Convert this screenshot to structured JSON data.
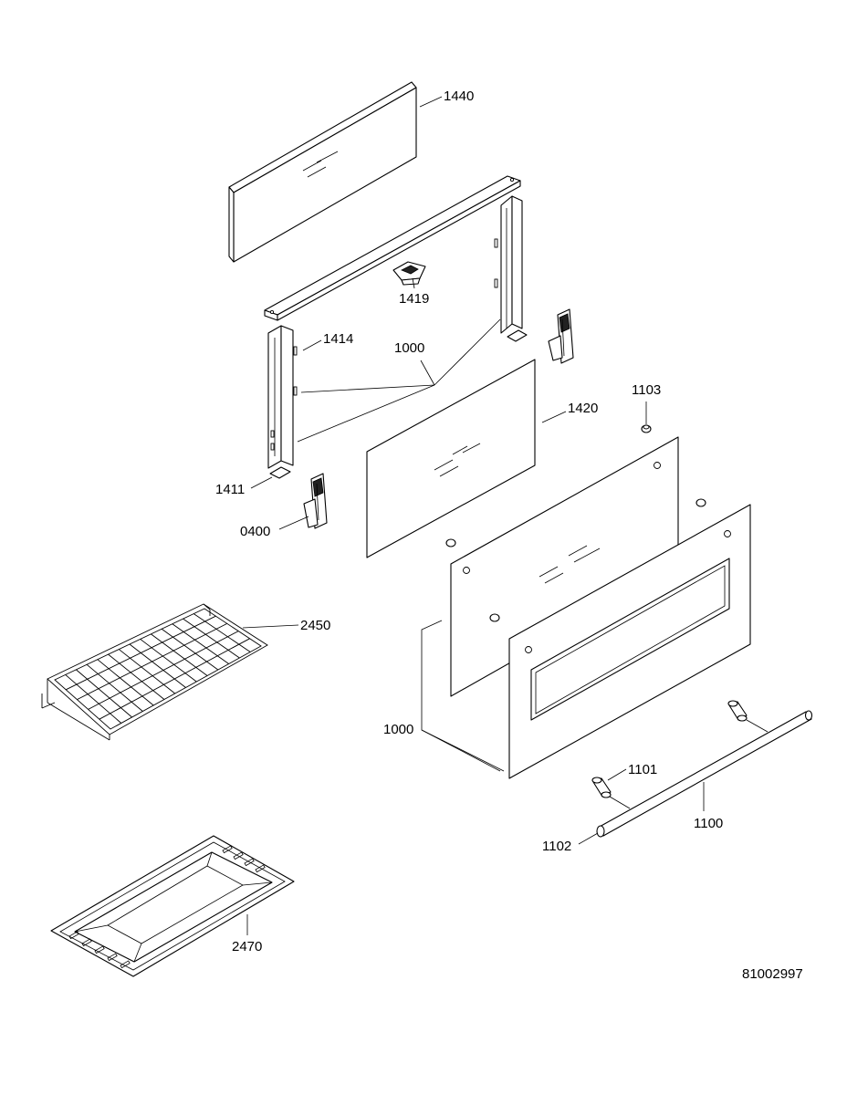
{
  "labels": {
    "l1440": "1440",
    "l1419": "1419",
    "l1414": "1414",
    "l1000a": "1000",
    "l1420": "1420",
    "l1103": "1103",
    "l1411": "1411",
    "l0400": "0400",
    "l2450": "2450",
    "l1000b": "1000",
    "l1101": "1101",
    "l1100": "1100",
    "l1102": "1102",
    "l2470": "2470"
  },
  "drawing_number": "81002997"
}
